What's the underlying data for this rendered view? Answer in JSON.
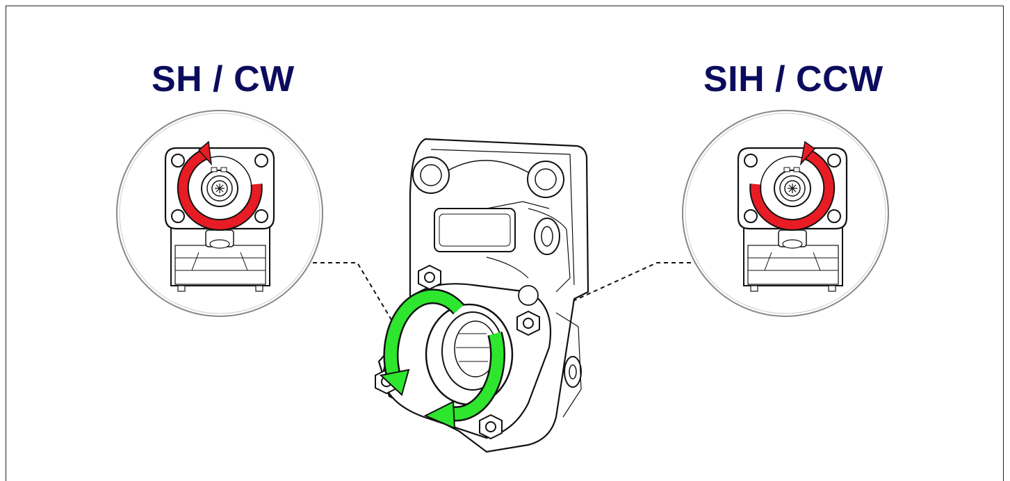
{
  "labels": {
    "left": "SH / CW",
    "right": "SIH / CCW"
  },
  "colors": {
    "label_text": "#0c0c5e",
    "rotation_arrow_red": "#e81c24",
    "rotation_arrow_green": "#2ee62e",
    "line_art": "#111111"
  },
  "icons": {
    "left_detail": "pump-rear-view-clockwise-arrow",
    "right_detail": "pump-rear-view-counterclockwise-arrow",
    "center": "pto-gearbox-with-bidirectional-rotation-arrow"
  }
}
